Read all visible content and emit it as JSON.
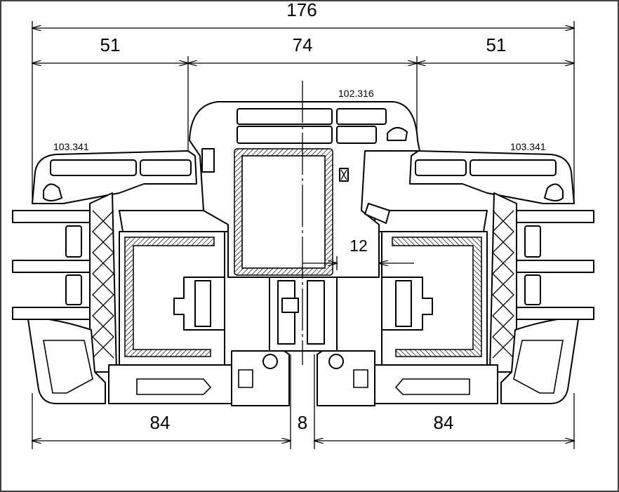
{
  "dimensions": {
    "overall": "176",
    "left_sash": "51",
    "center": "74",
    "right_sash": "51",
    "bottom_left": "84",
    "bottom_gap": "8",
    "bottom_right": "84",
    "reinforcement": "12"
  },
  "part_numbers": {
    "left": "103.341",
    "center": "102.316",
    "right": "103.341"
  }
}
